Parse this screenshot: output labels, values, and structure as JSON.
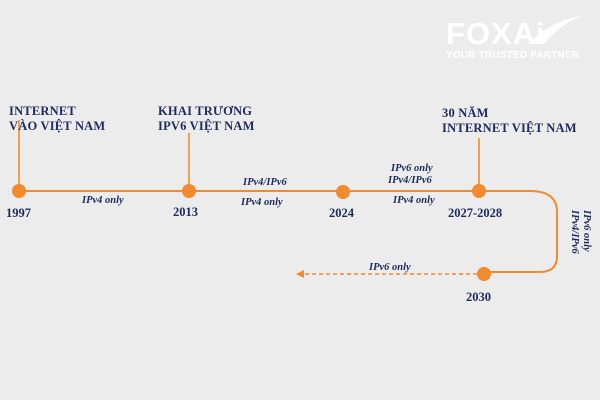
{
  "brand": {
    "name": "FOXAi",
    "tagline": "YOUR TRUSTED PARTNER",
    "color": "#ffffff"
  },
  "colors": {
    "line": "#f28a2e",
    "node": "#f28a2e",
    "text": "#1d2a5e",
    "background": "#ececec"
  },
  "milestones": [
    {
      "year": "1997",
      "title_lines": [
        "INTERNET",
        "VÀO VIỆT NAM"
      ]
    },
    {
      "year": "2013",
      "title_lines": [
        "KHAI TRƯƠNG",
        "IPV6 VIỆT NAM"
      ]
    },
    {
      "year": "2024",
      "title_lines": []
    },
    {
      "year": "2027-2028",
      "title_lines": [
        "30 NĂM",
        "INTERNET VIỆT NAM"
      ]
    },
    {
      "year": "2030",
      "title_lines": []
    }
  ],
  "segments": [
    {
      "lines": [
        "IPv4 only"
      ]
    },
    {
      "lines_above": [
        "IPv4/IPv6"
      ],
      "lines_below": [
        "IPv4 only"
      ]
    },
    {
      "lines_above": [
        "IPv6 only",
        "IPv4/IPv6"
      ],
      "lines_below": [
        "IPv4 only"
      ]
    },
    {
      "lines": [
        "IPv6 only",
        "IPv4/IPv6"
      ]
    },
    {
      "lines": [
        "IPv6 only"
      ]
    }
  ]
}
